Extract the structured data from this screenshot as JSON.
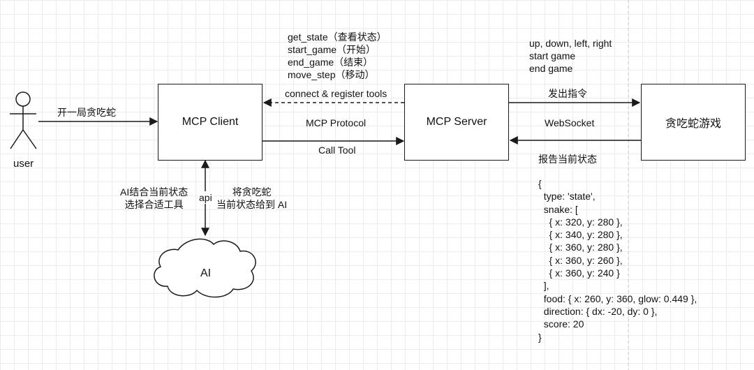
{
  "colors": {
    "stroke": "#1a1a1a",
    "grid": "#ececec",
    "divider": "#cccccc"
  },
  "nodes": {
    "user": "user",
    "mcp_client": "MCP Client",
    "mcp_server": "MCP Server",
    "game": "贪吃蛇游戏",
    "ai": "AI"
  },
  "labels": {
    "start_game_cn": "开一局贪吃蛇",
    "tools_list": "get_state（查看状态）\nstart_game（开始）\nend_game（结束）\nmove_step（移动）",
    "connect_register": "connect & register tools",
    "mcp_protocol": "MCP Protocol",
    "call_tool": "Call Tool",
    "commands_list": "up, down, left, right\nstart game\nend game",
    "send_command": "发出指令",
    "websocket": "WebSocket",
    "report_state": "报告当前状态",
    "ai_select": "AI结合当前状态\n选择合适工具",
    "api": "api",
    "send_state_to_ai": "将贪吃蛇\n当前状态给到 AI",
    "state_json": "{\n  type: 'state',\n  snake: [\n    { x: 320, y: 280 },\n    { x: 340, y: 280 },\n    { x: 360, y: 280 },\n    { x: 360, y: 260 },\n    { x: 360, y: 240 }\n  ],\n  food: { x: 260, y: 360, glow: 0.449 },\n  direction: { dx: -20, dy: 0 },\n  score: 20\n}"
  }
}
